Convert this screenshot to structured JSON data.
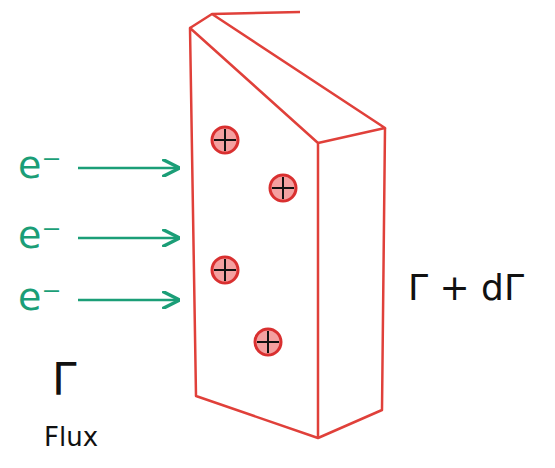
{
  "diagram": {
    "labels": [
      "e⁻",
      "e⁻",
      "e⁻",
      "Γ",
      "Flux",
      "Γ + dΓ"
    ]
  }
}
